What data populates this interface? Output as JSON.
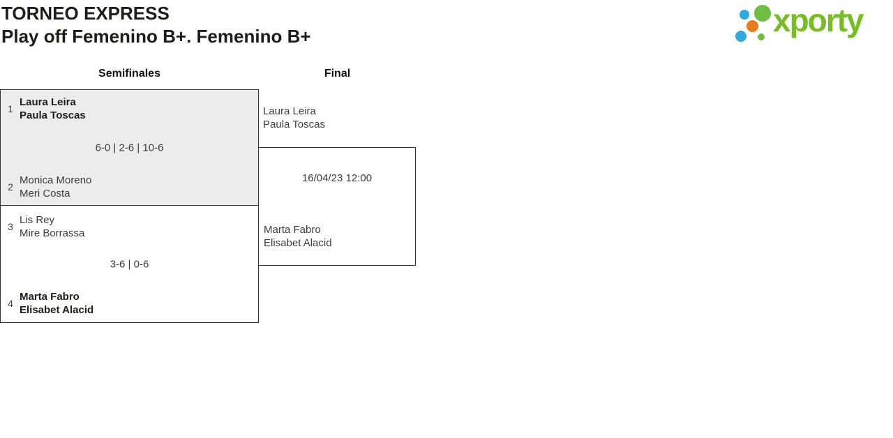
{
  "header": {
    "title": "TORNEO EXPRESS",
    "subtitle": "Play off Femenino B+. Femenino B+"
  },
  "logo": {
    "wordmark": "xporty",
    "colors": {
      "green": "#76bd27",
      "blue": "#2fa9e1",
      "orange": "#e87c1c"
    }
  },
  "bracket": {
    "round_labels": [
      "Semifinales",
      "Final"
    ],
    "semifinal1": {
      "team1": {
        "seed": "1",
        "player1": "Laura Leira",
        "player2": "Paula Toscas",
        "winner": true
      },
      "score": "6-0 | 2-6 | 10-6",
      "team2": {
        "seed": "2",
        "player1": "Monica Moreno",
        "player2": "Meri Costa",
        "winner": false
      }
    },
    "semifinal2": {
      "team1": {
        "seed": "3",
        "player1": "Lis Rey",
        "player2": "Mire Borrassa",
        "winner": false
      },
      "score": "3-6 | 0-6",
      "team2": {
        "seed": "4",
        "player1": "Marta Fabro",
        "player2": "Elisabet Alacid",
        "winner": true
      }
    },
    "final": {
      "team1": {
        "player1": "Laura Leira",
        "player2": "Paula Toscas"
      },
      "schedule": "16/04/23 12:00",
      "team2": {
        "player1": "Marta Fabro",
        "player2": "Elisabet Alacid"
      }
    }
  }
}
